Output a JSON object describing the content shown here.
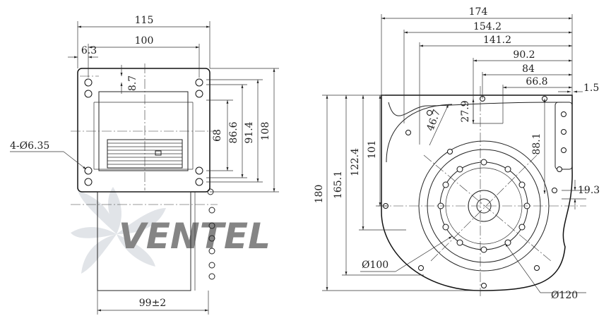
{
  "side_view": {
    "dims": {
      "overall_width": "115",
      "hole_spacing": "100",
      "edge_offset": "6.3",
      "top_offset": "8.7",
      "outlet_height": "68",
      "flange_86": "86.6",
      "flange_91": "91.4",
      "overall_height": "108",
      "hole_callout": "4-Ø6.35",
      "depth": "99±2"
    }
  },
  "front_view": {
    "dims": {
      "overall_width": "174",
      "w154": "154.2",
      "w141": "141.2",
      "w90": "90.2",
      "w84": "84",
      "w66": "66.8",
      "lip": "1.5",
      "d46": "46.7",
      "d27": "27.9",
      "d88": "88.1",
      "overall_height": "180",
      "h165": "165.1",
      "h122": "122.4",
      "h101": "101",
      "r19": "19.3",
      "dia_inner": "Ø100",
      "dia_outer": "Ø120"
    }
  },
  "watermark": {
    "text": "VENTEL",
    "color_primary": "#b9bfca",
    "color_accent": "#8fbfe0"
  },
  "colors": {
    "line": "#222222",
    "watermark": "#c5cad3"
  }
}
